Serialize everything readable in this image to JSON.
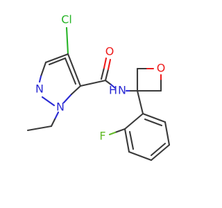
{
  "colors": {
    "carbon": "#3a3a3a",
    "nitrogen": "#2a2ad4",
    "oxygen": "#ee1c1c",
    "chlorine": "#27b427",
    "fluorine": "#64bb2a"
  },
  "atoms": {
    "cl": "Cl",
    "o_carbonyl": "O",
    "o_oxetane": "O",
    "n_ring_1": "N",
    "n_ring_2": "N",
    "nh": "N",
    "h": "H",
    "f": "F"
  }
}
